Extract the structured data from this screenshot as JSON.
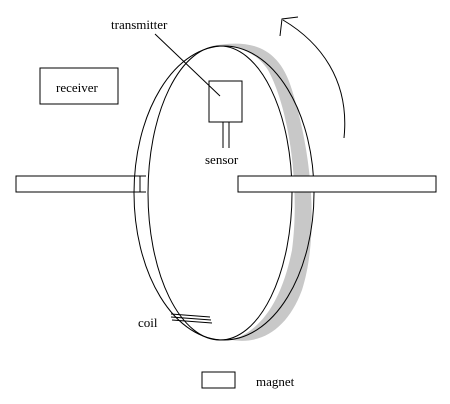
{
  "labels": {
    "transmitter": "transmitter",
    "receiver": "receiver",
    "sensor": "sensor",
    "coil": "coil",
    "magnet": "magnet"
  },
  "colors": {
    "line": "#000000",
    "band_fill": "#c8c8c8",
    "background": "#ffffff"
  }
}
